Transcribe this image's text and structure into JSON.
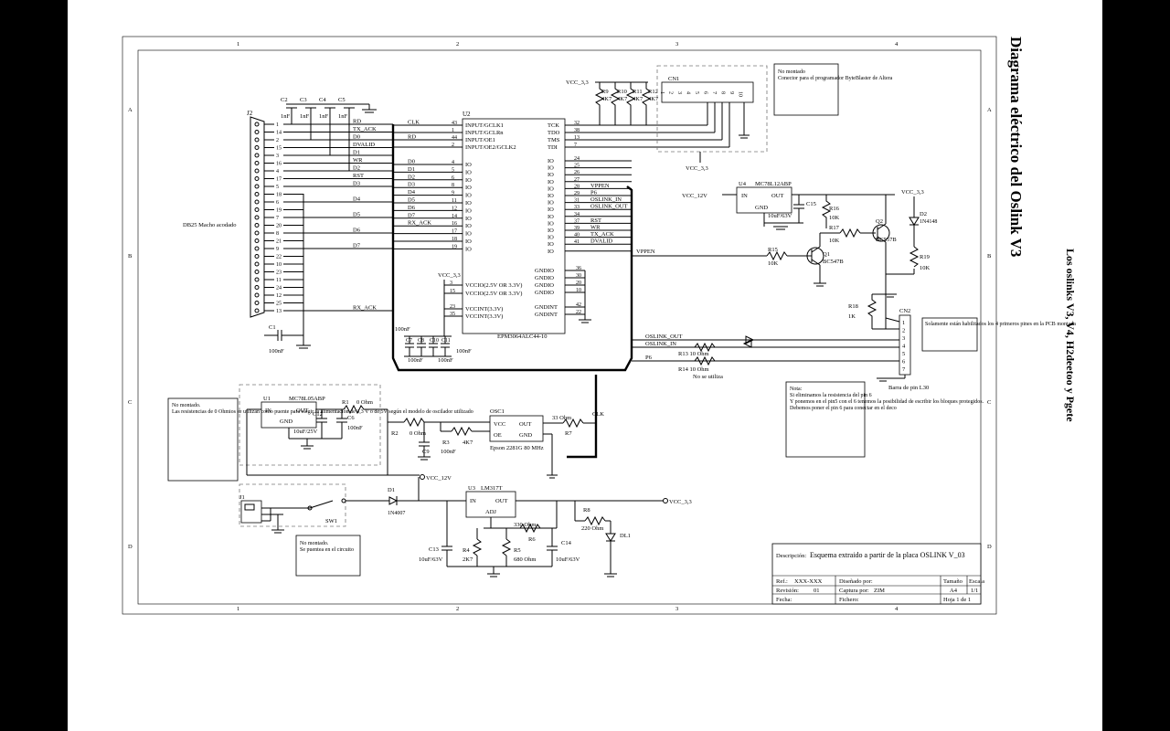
{
  "title": "Diagrama eléctrico del Oslink V3",
  "subtitle": "Los oslinks V3, V4, H2deetoo y Pgete",
  "grid": {
    "cols": [
      "1",
      "2",
      "3",
      "4"
    ],
    "rows": [
      "A",
      "B",
      "C",
      "D"
    ]
  },
  "j2": {
    "ref": "J2",
    "desc": "DB25 Macho acodado",
    "pins": [
      "1",
      "14",
      "2",
      "15",
      "3",
      "16",
      "4",
      "17",
      "5",
      "18",
      "6",
      "19",
      "7",
      "20",
      "8",
      "21",
      "9",
      "22",
      "10",
      "23",
      "11",
      "24",
      "12",
      "25",
      "13"
    ]
  },
  "caps_top": {
    "c2": "C2",
    "c3": "C3",
    "c4": "C4",
    "c5": "C5",
    "val": "1nF"
  },
  "c1": {
    "ref": "C1",
    "val": "100nF"
  },
  "signals_left": [
    "RD",
    "TX_ACK",
    "D0",
    "DVALID",
    "D1",
    "WR",
    "D2",
    "RST",
    "D3",
    "D4",
    "D5",
    "D6",
    "D7",
    "RX_ACK"
  ],
  "u2": {
    "ref": "U2",
    "part": "EPM3064ALC44-10",
    "left_pins": [
      "INPUT/GCLK1",
      "INPUT/GCLRn",
      "INPUT/OE1",
      "INPUT/OE2/GCLK2",
      "IO",
      "IO",
      "IO",
      "IO",
      "IO",
      "IO",
      "IO",
      "IO",
      "IO",
      "IO",
      "IO",
      "IO"
    ],
    "left_nums": [
      "43",
      "1",
      "44",
      "2",
      "4",
      "5",
      "6",
      "8",
      "9",
      "11",
      "12",
      "14",
      "16",
      "17",
      "18",
      "19"
    ],
    "left_nets": [
      "CLK",
      "",
      "RD",
      "",
      "D0",
      "D1",
      "D2",
      "D3",
      "D4",
      "D5",
      "D6",
      "D7",
      "RX_ACK",
      "",
      "",
      ""
    ],
    "right_pins": [
      "TCK",
      "TDO",
      "TMS",
      "TDI",
      "IO",
      "IO",
      "IO",
      "IO",
      "IO",
      "IO",
      "IO",
      "IO",
      "IO",
      "IO",
      "IO",
      "IO",
      "IO",
      "IO"
    ],
    "right_nums": [
      "32",
      "38",
      "13",
      "7",
      "24",
      "25",
      "26",
      "27",
      "28",
      "29",
      "31",
      "33",
      "34",
      "37",
      "39",
      "40",
      "41",
      ""
    ],
    "right_nets": [
      "",
      "",
      "",
      "",
      "",
      "",
      "",
      "",
      "VPPEN",
      "P6",
      "OSLINK_IN",
      "OSLINK_OUT",
      "",
      "RST",
      "WR",
      "TX_ACK",
      "DVALID",
      ""
    ],
    "pwr_left": [
      "VCCIO(2.5V OR 3.3V)",
      "VCCIO(2.5V OR 3.3V)",
      "VCCINT(3.3V)",
      "VCCINT(3.3V)"
    ],
    "pwr_left_nums": [
      "3",
      "15",
      "23",
      "35"
    ],
    "pwr_right": [
      "GNDIO",
      "GNDIO",
      "GNDIO",
      "GNDIO",
      "GNDINT",
      "GNDINT"
    ],
    "pwr_right_nums": [
      "36",
      "30",
      "20",
      "10",
      "42",
      "22"
    ],
    "vcc": "VCC_3,3"
  },
  "decoupling": {
    "c7": "C7",
    "c8": "C8",
    "c10": "C10",
    "c11": "C11",
    "val": "100nF"
  },
  "jtag": {
    "vcc": "VCC_3,3",
    "resistors": [
      "R9",
      "R10",
      "R11",
      "R12"
    ],
    "values": [
      "4K7",
      "4K7",
      "4K7",
      "4K7"
    ],
    "cn1": "CN1",
    "cn1_pins": [
      "1",
      "2",
      "3",
      "4",
      "5",
      "6",
      "7",
      "8",
      "9",
      "10"
    ],
    "note": "No montado\n\nConector para el programador ByteBlaster de Altera"
  },
  "u4": {
    "ref": "U4",
    "part": "MC78L12ABP",
    "in": "IN",
    "out": "OUT",
    "gnd": "GND",
    "vin": "VCC_12V",
    "c15": "C15",
    "c15_val": "10uF/63V"
  },
  "q_section": {
    "vcc": "VCC_3,3",
    "r16": "R16",
    "r16_val": "10K",
    "r17": "R17",
    "r17_val": "10K",
    "q2": "Q2",
    "q2_part": "BC557B",
    "q1": "Q1",
    "q1_part": "BC547B",
    "r15": "R15",
    "r15_val": "10K",
    "r19": "R19",
    "r19_val": "10K",
    "d2": "D2",
    "d2_part": "1N4148",
    "vppen": "VPPEN"
  },
  "cn2": {
    "ref": "CN2",
    "pins": [
      "1",
      "2",
      "3",
      "4",
      "5",
      "6",
      "7"
    ],
    "r18": "R18",
    "r18_val": "1K",
    "note": "Solamente están habilitados los 4 primeros pines en la PCB montada",
    "bar": "Barra de pin L30"
  },
  "oslink_nets": {
    "out": "OSLINK_OUT",
    "in": "OSLINK_IN",
    "p6": "P6",
    "r13": "R13",
    "r13_val": "10 Ohm",
    "r14": "R14",
    "r14_val": "10 Ohm",
    "no_use": "No se utiliza"
  },
  "pin6_note": "Nota:\nSi eliminamos la resistencia del pin 6\nY ponemos en el pin5 con el 6 tenemos la posibilidad de escribir los bloques protegidos.\nDebemos poner el pin 6 para conectar en el deco",
  "u1": {
    "ref": "U1",
    "part": "MC78L05ABP",
    "in": "IN",
    "out": "OUT",
    "gnd": "GND",
    "c12": "C12",
    "c12_val": "10uF/25V",
    "c6": "C6",
    "c6_val": "100nF",
    "r1": "R1",
    "r1_val": "0 Ohm"
  },
  "u1_note": "No montado.\nLas resistencias de 0 Ohmios se utilizan como puente para elegir la alimentación de 3,3 V o de 5V según el modelo de oscilador utilizado",
  "osc": {
    "ref": "OSC1",
    "vcc": "VCC",
    "out": "OUT",
    "oe": "OE",
    "gnd": "GND",
    "part": "Epson 2281G 80 MHz",
    "r2": "R2",
    "r2_val": "0 Ohm",
    "r3": "R3",
    "r3_val": "4K7",
    "c9": "C9",
    "c9_val": "100nF",
    "r7": "R7",
    "r7_val": "33 Ohm",
    "clk": "CLK"
  },
  "power": {
    "vcc12": "VCC_12V",
    "vcc33": "VCC_3,3",
    "j1": "J1",
    "sw1": "SW1",
    "d1": "D1",
    "d1_part": "1N4007",
    "u3": "U3",
    "u3_part": "LM317T",
    "in": "IN",
    "out": "OUT",
    "adj": "ADJ",
    "r6": "R6",
    "r6_val": "330 Ohm",
    "r4": "R4",
    "r4_val": "2K7",
    "r5": "R5",
    "r5_val": "680 Ohm",
    "c13": "C13",
    "c13_val": "10uF/63V",
    "c14": "C14",
    "c14_val": "10uF/63V",
    "r8": "R8",
    "r8_val": "220 Ohm",
    "dl1": "DL1"
  },
  "sw_note": "No montado.\nSe puentea en el circuito",
  "titleblock": {
    "desc_label": "Descripción:",
    "desc": "Esquema extraido a partir de la placa OSLINK V_03",
    "ref_label": "Ref.:",
    "ref": "XXX-XXX",
    "design_label": "Diseñado por:",
    "rev_label": "Revisión:",
    "rev": "01",
    "capture_label": "Captura por:",
    "capture": "ZIM",
    "date_label": "Fecha:",
    "file_label": "Fichero:",
    "size_label": "Tamaño",
    "size": "A4",
    "scale_label": "Escala",
    "scale": "1/1",
    "sheet": "Hoja 1 de 1"
  }
}
